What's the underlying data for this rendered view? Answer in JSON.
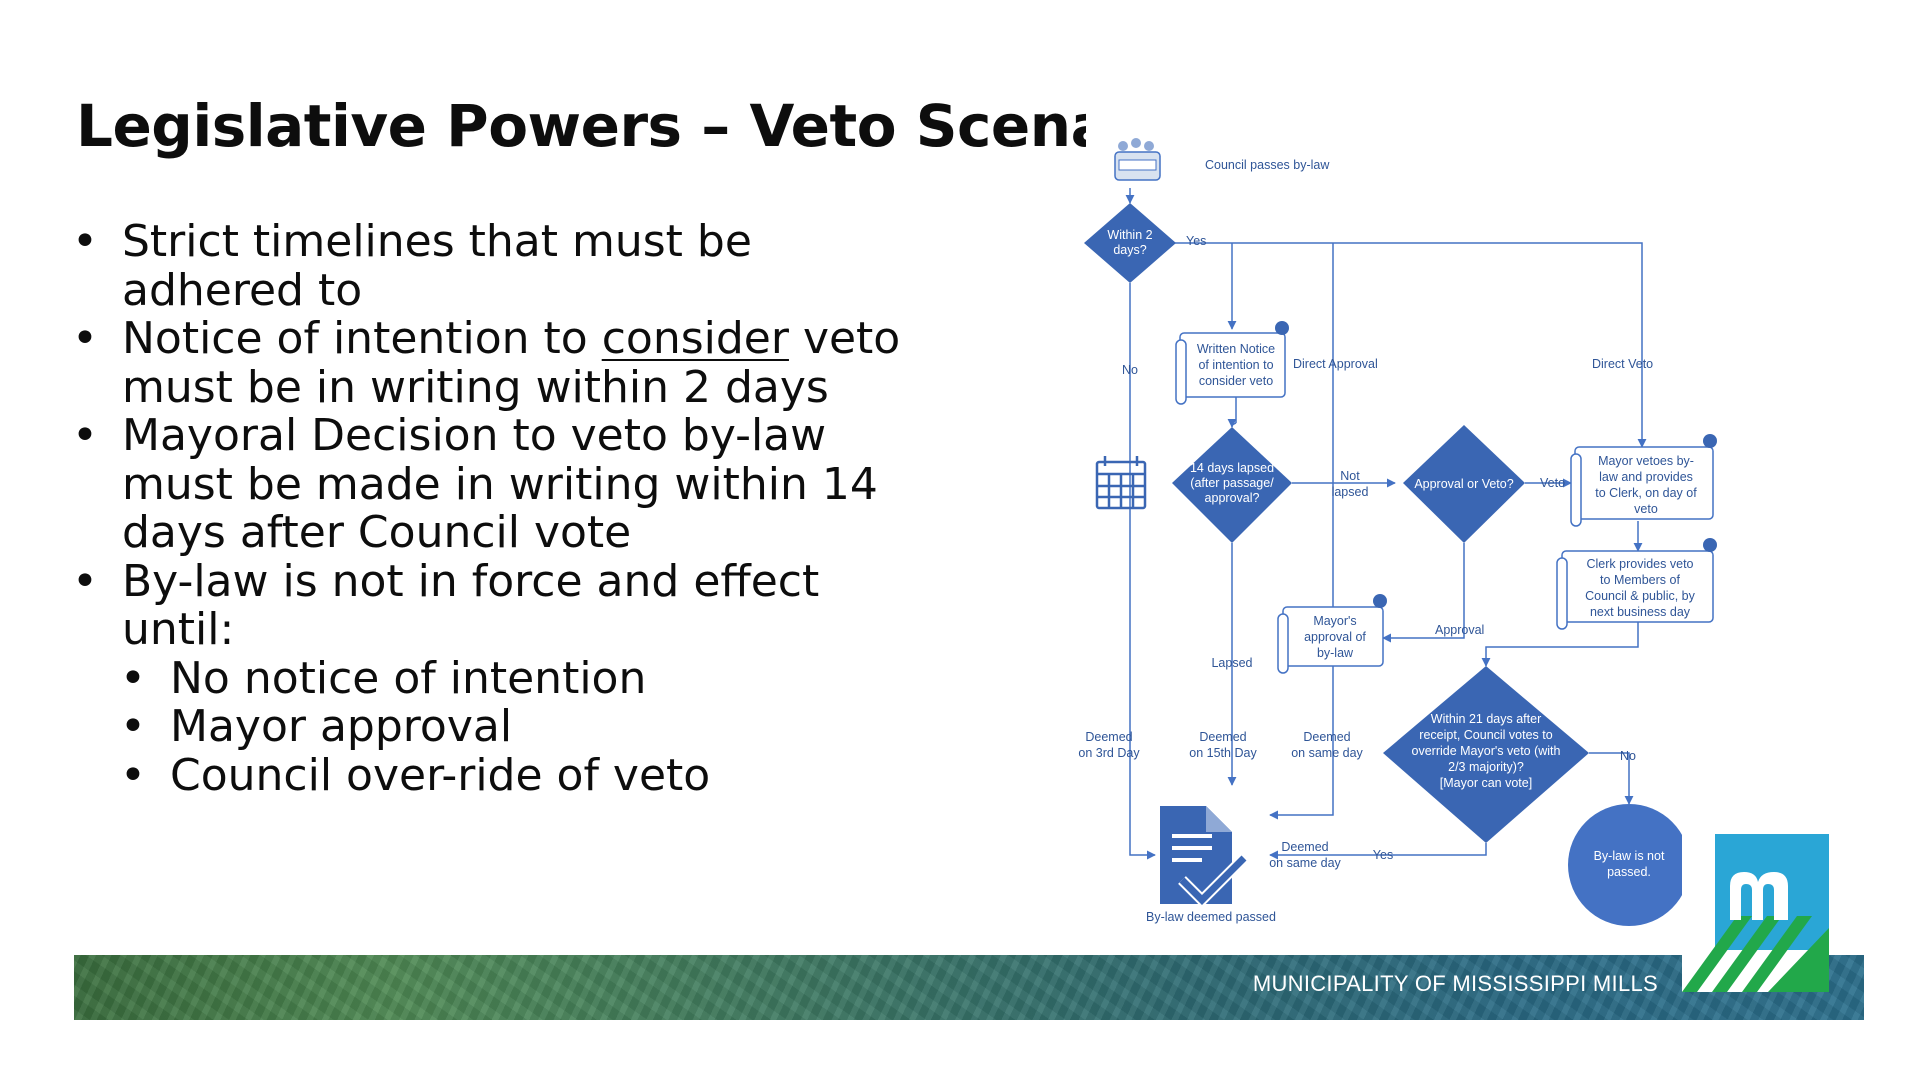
{
  "title": "Legislative Powers – Veto Scenario",
  "bullets": [
    {
      "lines": [
        "Strict timelines that must be",
        "adhered to"
      ]
    },
    {
      "lines": [
        "Notice of intention to ",
        "consider",
        " veto",
        "must be in writing within 2 days"
      ]
    },
    {
      "lines": [
        "Mayoral Decision to veto by-law",
        "must be made in writing within 14",
        "days after Council vote"
      ]
    },
    {
      "lines": [
        "By-law is not in force and effect",
        "until:"
      ]
    }
  ],
  "sub_bullets": [
    "No notice of intention",
    "Mayor approval",
    "Council over-ride of veto"
  ],
  "diagram": {
    "council_passes": "Council passes by-law",
    "within2": [
      "Within 2",
      "days?"
    ],
    "yes": "Yes",
    "no": "No",
    "written_notice": [
      "Written Notice",
      "of intention to",
      "consider veto"
    ],
    "direct_approval": "Direct Approval",
    "direct_veto": "Direct Veto",
    "days14": [
      "14 days lapsed",
      "(after passage/",
      "approval?"
    ],
    "not_lapsed": [
      "Not",
      "lapsed"
    ],
    "approval_or_veto": "Approval or Veto?",
    "veto": "Veto",
    "mayor_vetoes": [
      "Mayor vetoes by-",
      "law and provides",
      "to Clerk, on day of",
      "veto"
    ],
    "clerk_provides": [
      "Clerk provides veto",
      "to Members of",
      "Council & public, by",
      "next business day"
    ],
    "mayors_approval": [
      "Mayor's",
      "approval of",
      "by-law"
    ],
    "approval": "Approval",
    "lapsed": "Lapsed",
    "within21": [
      "Within 21 days after",
      "receipt, Council votes to",
      "override Mayor's veto (with",
      "2/3 majority)?",
      "[Mayor can vote]"
    ],
    "no2": "No",
    "yes2": "Yes",
    "deemed3": [
      "Deemed",
      "on 3rd Day"
    ],
    "deemed15": [
      "Deemed",
      "on 15th Day"
    ],
    "deemed_same": [
      "Deemed",
      "on same day"
    ],
    "deemed_same2": [
      "Deemed",
      "on same day"
    ],
    "not_passed": [
      "By-law is not",
      "passed."
    ],
    "deemed_passed": "By-law deemed passed"
  },
  "footer": "MUNICIPALITY OF MISSISSIPPI MILLS",
  "colors": {
    "primary_blue": "#2f5597",
    "shape_fill": "#4472c4",
    "logo_blue": "#2aa6d6",
    "logo_green": "#22a84a"
  }
}
